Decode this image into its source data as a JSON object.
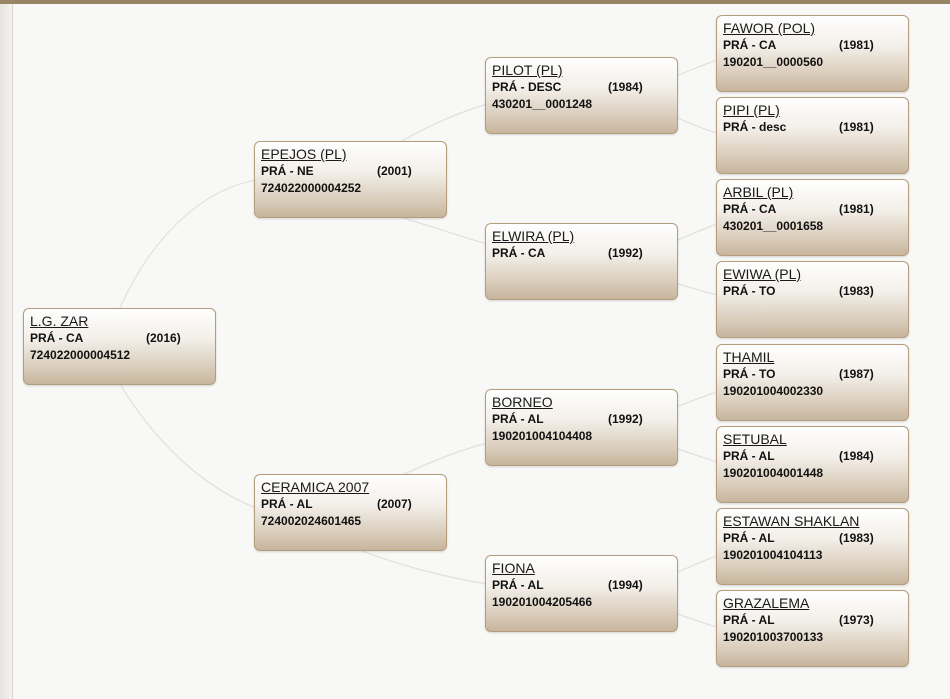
{
  "pedigree": {
    "subject": {
      "name": "L.G. ZAR",
      "breed": "PRÁ - CA",
      "year": "(2016)",
      "reg": "724022000004512"
    },
    "sire": {
      "name": "EPEJOS (PL)",
      "breed": "PRÁ - NE",
      "year": "(2001)",
      "reg": "724022000004252"
    },
    "dam": {
      "name": "CERAMICA 2007",
      "breed": "PRÁ - AL",
      "year": "(2007)",
      "reg": "724002024601465"
    },
    "sire_sire": {
      "name": "PILOT (PL)",
      "breed": "PRÁ - DESC",
      "year": "(1984)",
      "reg": "430201__0001248"
    },
    "sire_dam": {
      "name": "ELWIRA (PL)",
      "breed": "PRÁ - CA",
      "year": "(1992)",
      "reg": ""
    },
    "dam_sire": {
      "name": "BORNEO",
      "breed": "PRÁ - AL",
      "year": "(1992)",
      "reg": "190201004104408"
    },
    "dam_dam": {
      "name": "FIONA",
      "breed": "PRÁ - AL",
      "year": "(1994)",
      "reg": "190201004205466"
    },
    "ggp": [
      {
        "name": "FAWOR (POL)",
        "breed": "PRÁ - CA",
        "year": "(1981)",
        "reg": "190201__0000560"
      },
      {
        "name": "PIPI (PL)",
        "breed": "PRÁ - desc",
        "year": "(1981)",
        "reg": ""
      },
      {
        "name": "ARBIL (PL)",
        "breed": "PRÁ - CA",
        "year": "(1981)",
        "reg": "430201__0001658"
      },
      {
        "name": "EWIWA (PL)",
        "breed": "PRÁ - TO",
        "year": "(1983)",
        "reg": ""
      },
      {
        "name": "THAMIL",
        "breed": "PRÁ - TO",
        "year": "(1987)",
        "reg": "190201004002330"
      },
      {
        "name": "SETUBAL",
        "breed": "PRÁ - AL",
        "year": "(1984)",
        "reg": "190201004001448"
      },
      {
        "name": "ESTAWAN SHAKLAN",
        "breed": "PRÁ - AL",
        "year": "(1983)",
        "reg": "190201004104113"
      },
      {
        "name": "GRAZALEMA",
        "breed": "PRÁ - AL",
        "year": "(1973)",
        "reg": "190201003700133"
      }
    ]
  }
}
